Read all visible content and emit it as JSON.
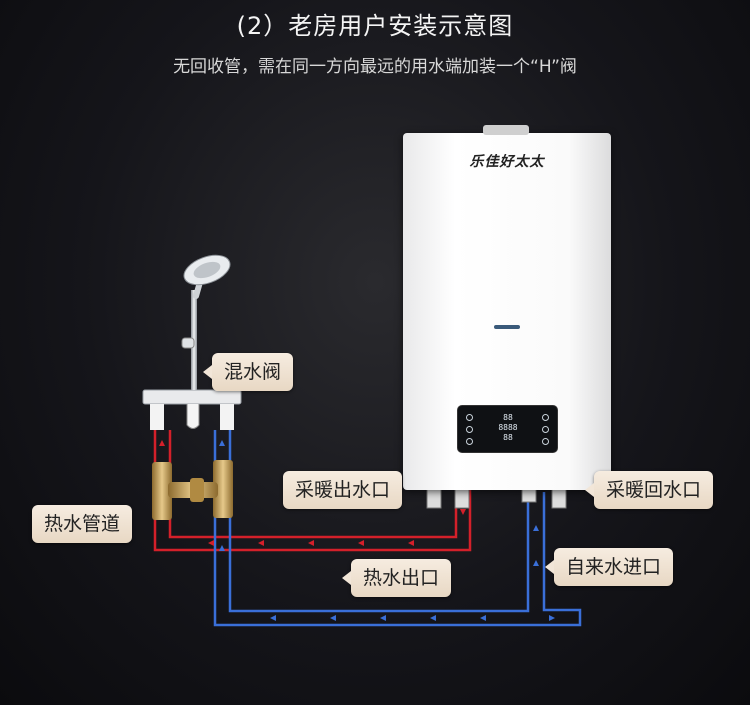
{
  "title": "(2）老房用户安装示意图",
  "subtitle": "无回收管，需在同一方向最远的用水端加装一个“H”阀",
  "heater": {
    "brand": "乐佳好太太",
    "display_line1": "88",
    "display_line2": "8888",
    "display_line3": "88"
  },
  "labels": {
    "mixing_valve": "混水阀",
    "hot_water_pipe": "热水管道",
    "heating_outlet": "采暖出水口",
    "heating_return": "采暖回水口",
    "hot_water_outlet": "热水出口",
    "tap_water_inlet": "自来水进口"
  },
  "colors": {
    "hot_pipe": "#d4202a",
    "cold_pipe": "#3a6fd8",
    "label_bg": "#efe3d4",
    "valve_brass": "#c9a45a"
  },
  "icons": [
    "shower-head-icon",
    "mixing-valve-icon",
    "h-valve-icon",
    "flow-arrow-icon"
  ]
}
